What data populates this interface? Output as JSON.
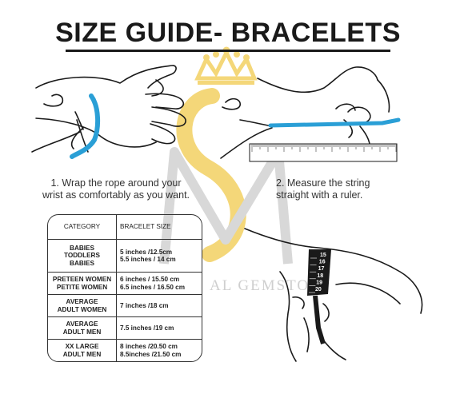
{
  "title": "SIZE GUIDE- BRACELETS",
  "steps": {
    "step1_line1": "1. Wrap the rope around your",
    "step1_line2": "wrist as comfortably as you want.",
    "step2_line1": "2. Measure the string",
    "step2_line2": "straight with a ruler."
  },
  "table": {
    "headers": {
      "category": "CATEGORY",
      "size": "BRACELET SIZE"
    },
    "rows": [
      {
        "cat1": "BABIES TODDLERS",
        "cat2": "BABIES",
        "size1": "5 inches /12.5cm",
        "size2": "5.5 inches / 14 cm"
      },
      {
        "cat1": "PRETEEN WOMEN",
        "cat2": "PETITE  WOMEN",
        "size1": "6 inches / 15.50 cm",
        "size2": "6.5 inches / 16.50 cm"
      },
      {
        "cat1": "AVERAGE",
        "cat2": "ADULT WOMEN",
        "size1": "7 inches /18 cm",
        "size2": ""
      },
      {
        "cat1": "AVERAGE",
        "cat2": "ADULT MEN",
        "size1": "7.5 inches /19 cm",
        "size2": ""
      },
      {
        "cat1": "XX LARGE",
        "cat2": "ADULT MEN",
        "size1": "8 inches /20.50 cm",
        "size2": "8.5inches /21.50 cm"
      }
    ]
  },
  "tape_marks": [
    "15",
    "16",
    "17",
    "18",
    "19",
    "20"
  ],
  "watermark": {
    "text": "AL GEMSTO",
    "monogram": "SM"
  },
  "colors": {
    "rope": "#2a9fd6",
    "watermark_gold": "#f3d36b",
    "watermark_gray": "#d4d4d4",
    "ink": "#1a1a1a"
  },
  "icons": [
    "crown-icon",
    "sm-monogram-icon",
    "hand-wrap-illustration",
    "hand-ruler-illustration",
    "wrist-tape-illustration"
  ]
}
